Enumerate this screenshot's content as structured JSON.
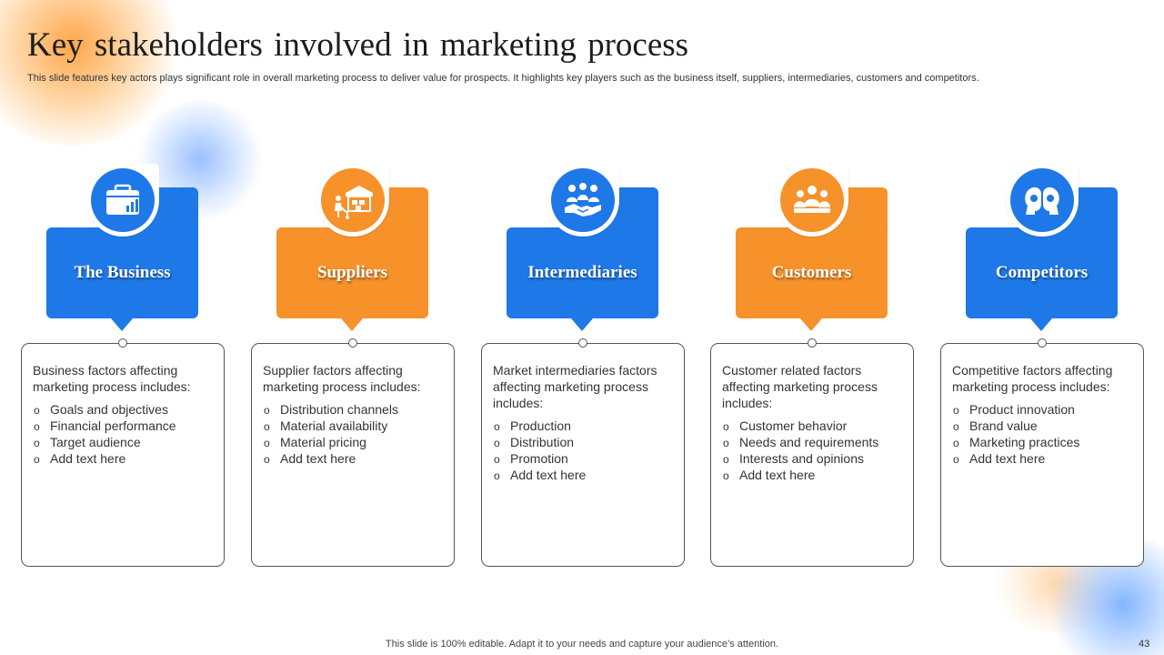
{
  "title": "Key stakeholders  involved  in  marketing  process",
  "subtitle": "This slide features key actors plays significant role in overall marketing process  to deliver value for prospects. It highlights key players such as the business itself, suppliers, intermediaries, customers and competitors.",
  "colors": {
    "blue": "#1e78e8",
    "orange": "#f7912a"
  },
  "stakeholders": [
    {
      "label": "The Business",
      "color": "blue",
      "icon": "briefcase-chart-icon",
      "intro": "Business factors affecting marketing process includes:",
      "items": [
        "Goals and objectives",
        "Financial performance",
        "Target audience",
        "Add text here"
      ]
    },
    {
      "label": "Suppliers",
      "color": "orange",
      "icon": "warehouse-delivery-icon",
      "intro": "Supplier factors affecting marketing process includes:",
      "items": [
        "Distribution channels",
        "Material availability",
        "Material pricing",
        "Add text here"
      ]
    },
    {
      "label": "Intermediaries",
      "color": "blue",
      "icon": "handshake-group-icon",
      "intro": "Market intermediaries factors affecting marketing process includes:",
      "items": [
        "Production",
        "Distribution",
        "Promotion",
        "Add text here"
      ]
    },
    {
      "label": "Customers",
      "color": "orange",
      "icon": "customer-group-icon",
      "intro": "Customer related  factors affecting marketing process includes:",
      "items": [
        "Customer behavior",
        "Needs and requirements",
        "Interests and opinions",
        "Add text here"
      ]
    },
    {
      "label": "Competitors",
      "color": "blue",
      "icon": "competitor-heads-icon",
      "intro": "Competitive factors affecting marketing process includes:",
      "items": [
        "Product innovation",
        "Brand value",
        "Marketing practices",
        "Add text here"
      ]
    }
  ],
  "footer": "This slide is 100% editable. Adapt it to your needs and capture your audience’s attention.",
  "page_number": "43"
}
